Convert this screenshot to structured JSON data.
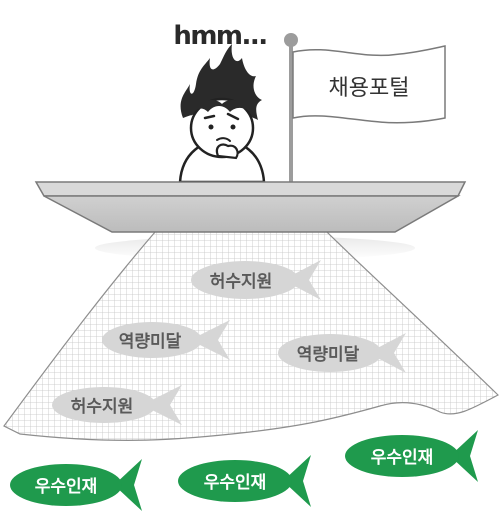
{
  "character": {
    "thought": "hmm..."
  },
  "flag": {
    "text": "채용포털"
  },
  "net_fish": [
    {
      "label": "허수지원"
    },
    {
      "label": "역량미달"
    },
    {
      "label": "역량미달"
    },
    {
      "label": "허수지원"
    }
  ],
  "free_fish": [
    {
      "label": "우수인재"
    },
    {
      "label": "우수인재"
    },
    {
      "label": "우수인재"
    }
  ],
  "colors": {
    "net_fish": "#d6d6d6",
    "net_fish_text": "#5a5a5a",
    "free_fish": "#1f9a4d",
    "free_fish_text": "#ffffff",
    "boat": "#c9c9c9",
    "outline": "#4a4a4a"
  }
}
